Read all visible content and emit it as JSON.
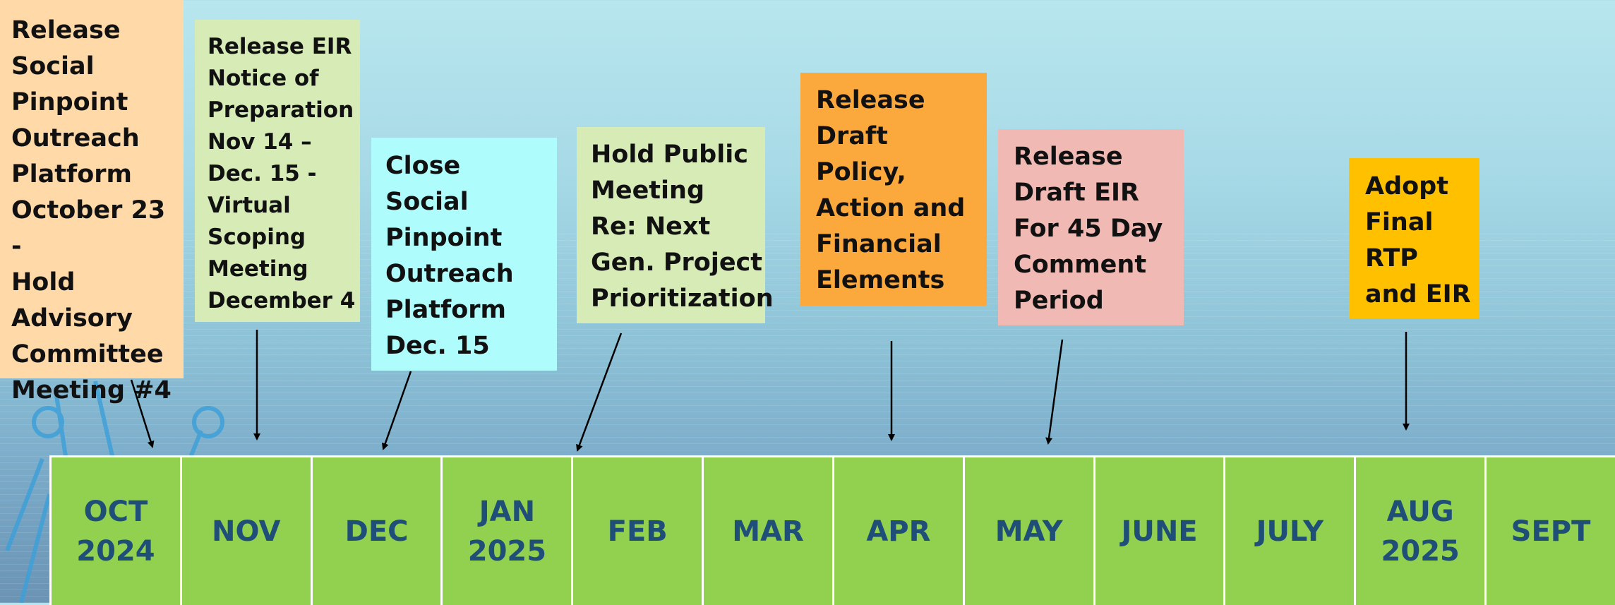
{
  "notes": [
    {
      "id": "n1",
      "text": "Release\nSocial\nPinpoint\nOutreach\nPlatform\nOctober 23 -\nHold\nAdvisory\nCommittee\nMeeting #4"
    },
    {
      "id": "n2",
      "text": "Release EIR\nNotice of\nPreparation\nNov 14 –\nDec. 15 -\nVirtual\nScoping\nMeeting\nDecember 4"
    },
    {
      "id": "n3",
      "text": "Close\nSocial\nPinpoint\nOutreach\nPlatform\nDec. 15"
    },
    {
      "id": "n4",
      "text": "Hold Public\nMeeting\nRe: Next\nGen. Project\nPrioritization"
    },
    {
      "id": "n5",
      "text": "Release\nDraft\nPolicy,\nAction and\nFinancial\nElements"
    },
    {
      "id": "n6",
      "text": "Release\nDraft EIR\nFor 45 Day\nComment\nPeriod"
    },
    {
      "id": "n7",
      "text": "Adopt\nFinal\nRTP\nand EIR"
    }
  ],
  "months": [
    "OCT\n2024",
    "NOV",
    "DEC",
    "JAN\n2025",
    "FEB",
    "MAR",
    "APR",
    "MAY",
    "JUNE",
    "JULY",
    "AUG\n2025",
    "SEPT"
  ],
  "colors": {
    "timeline_cell": "#92d050",
    "month_text": "#1f4e79",
    "note_peach": "#ffd9a8",
    "note_green": "#d6ebb5",
    "note_cyan": "#aefcfb",
    "note_orange": "#fba83c",
    "note_pink": "#f0b9b4",
    "note_gold": "#ffc000"
  }
}
